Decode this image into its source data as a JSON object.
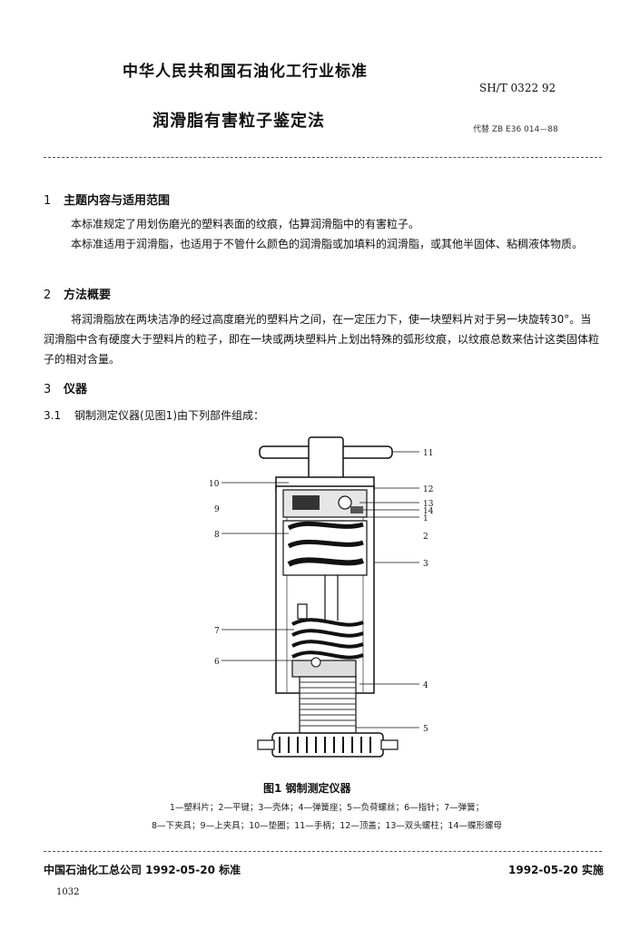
{
  "header": {
    "org_standard": "中华人民共和国石油化工行业标准",
    "std_code": "SH/T 0322 92",
    "title": "润滑脂有害粒子鉴定法",
    "replaces": "代替 ZB E36 014—88"
  },
  "sections": {
    "s1": {
      "num": "1",
      "heading": "主题内容与适用范围",
      "p1": "本标准规定了用划伤磨光的塑料表面的纹痕，估算润滑脂中的有害粒子。",
      "p2": "本标准适用于润滑脂，也适用于不管什么颜色的润滑脂或加填料的润滑脂，或其他半固体、粘稠液体物质。"
    },
    "s2": {
      "num": "2",
      "heading": "方法概要",
      "p1": "将润滑脂放在两块洁净的经过高度磨光的塑料片之间，在一定压力下，使一块塑料片对于另一块旋转30°。当润滑脂中含有硬度大于塑料片的粒子，即在一块或两块塑料片上划出特殊的弧形纹痕，以纹痕总数来估计这类固体粒子的相对含量。"
    },
    "s3": {
      "num": "3",
      "heading": "仪器",
      "sub_num": "3.1",
      "sub_text": "钢制测定仪器(见图1)由下列部件组成："
    }
  },
  "figure": {
    "callouts_left": [
      "10",
      "9",
      "8",
      "7",
      "6"
    ],
    "callouts_right": [
      "11",
      "12",
      "13",
      "14",
      "1",
      "2",
      "3",
      "4",
      "5"
    ],
    "caption": "图1  钢制测定仪器",
    "legend_line1": "1—塑料片；2—平键；3—壳体；4—弹簧座；5—负荷螺丝；6—指针；7—弹簧；",
    "legend_line2": "8—下夹具；9—上夹具；10—垫圈；11—手柄；12—顶盖；13—双头螺柱；14—蝶形螺母"
  },
  "footer": {
    "left": "中国石油化工总公司 1992-05-20 标准",
    "right": "1992-05-20 实施",
    "page": "1032"
  }
}
